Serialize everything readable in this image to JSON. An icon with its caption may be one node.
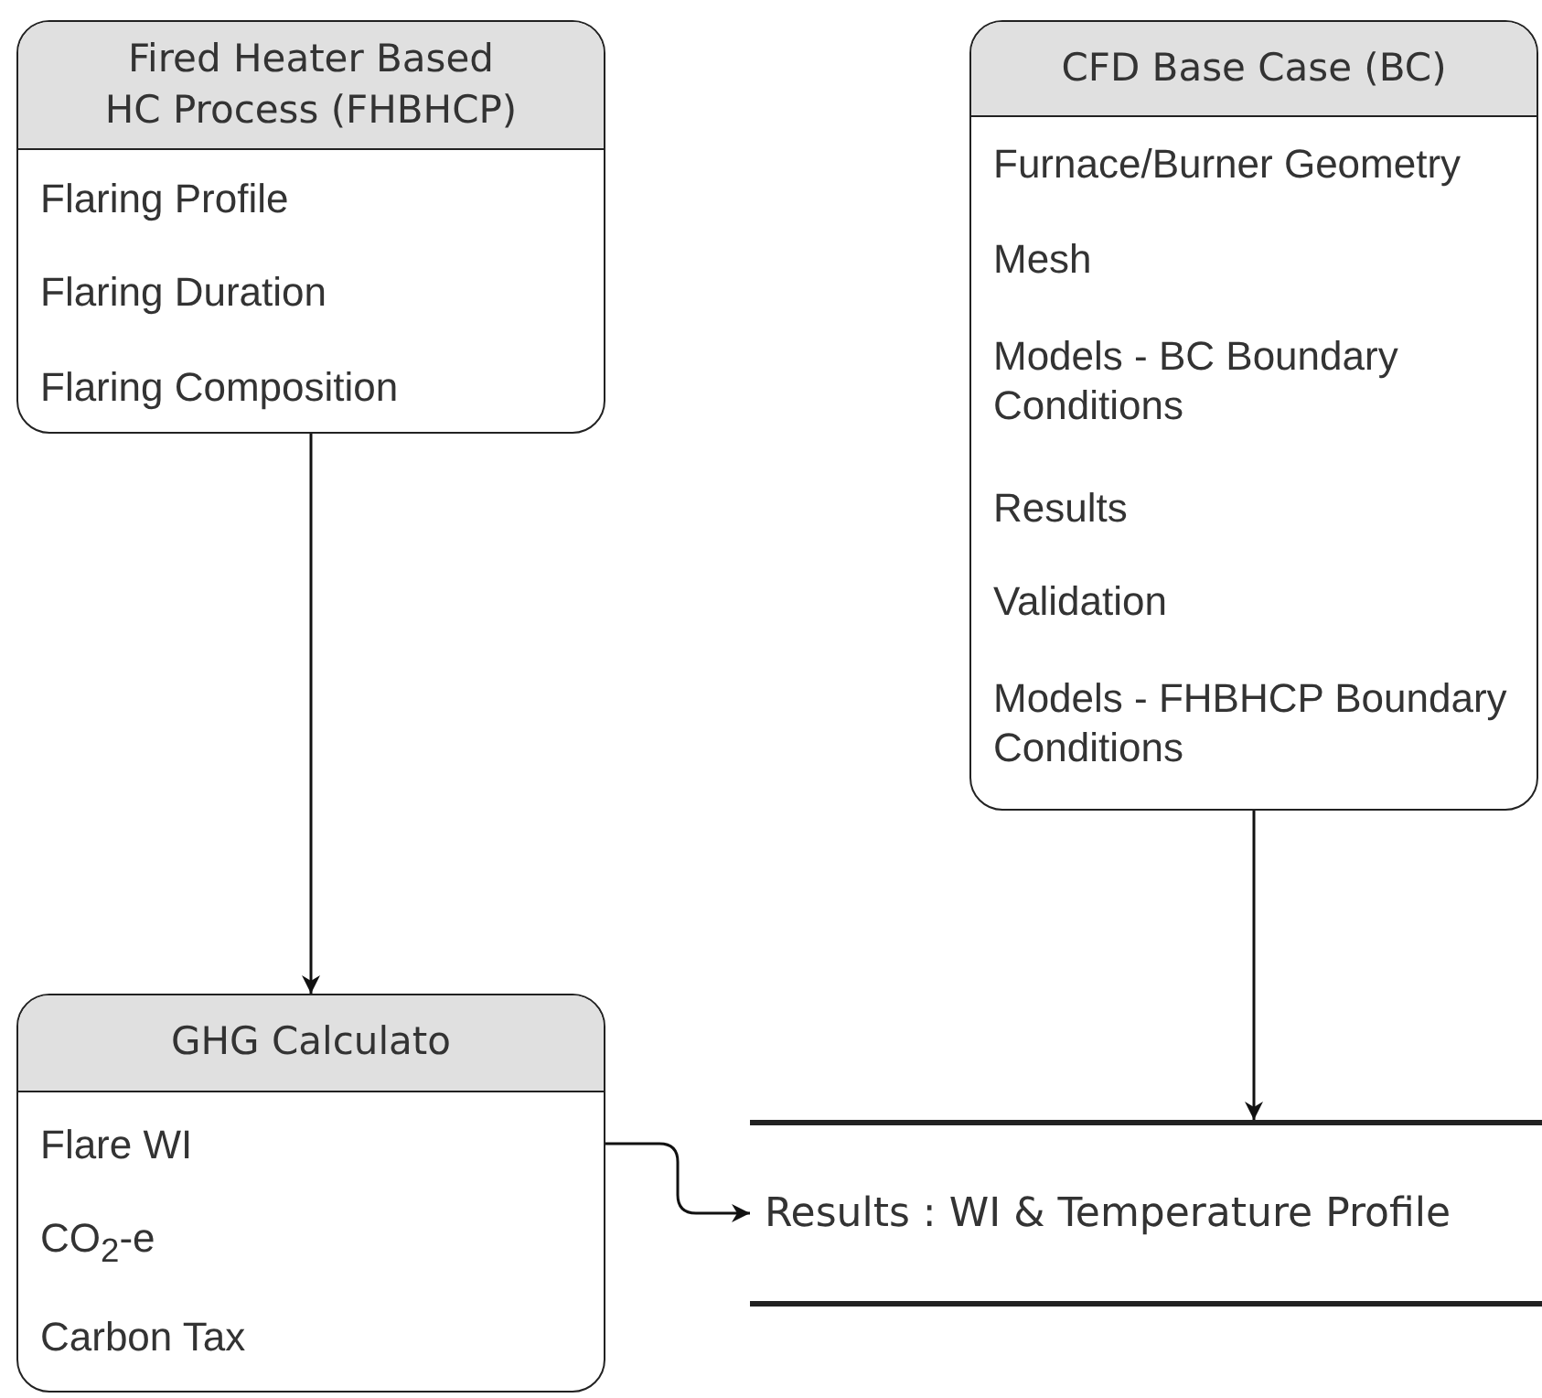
{
  "diagram": {
    "nodes": [
      {
        "text": [
          "Fired Heater Based HC Process (FHBHCP)"
        ]
      },
      {
        "text": [
          "Flaring Profile"
        ],
        "in": 0
      },
      {
        "text": [
          "Flaring Duration"
        ],
        "in": 0
      },
      {
        "text": [
          "Flaring Composition"
        ],
        "in": 0
      },
      {
        "text": [
          "CFD Base Case (BC)"
        ]
      },
      {
        "text": [
          "Furnace/Burner Geometry"
        ],
        "in": 4
      },
      {
        "text": [
          "Mesh"
        ],
        "in": 4
      },
      {
        "text": [
          "Models - BC Boundary Conditions"
        ],
        "in": 4
      },
      {
        "text": [
          "Results"
        ],
        "in": 4
      },
      {
        "text": [
          "Validation"
        ],
        "in": 4
      },
      {
        "text": [
          "Models - FHBHCP Boundary Conditions"
        ],
        "in": 4
      },
      {
        "text": [
          "GHG Calculato"
        ]
      },
      {
        "text": [
          "Flare WI"
        ],
        "in": 11
      },
      {
        "text": [
          "CO$_{2}$-e"
        ],
        "in": 11
      },
      {
        "text": [
          "Carbon Tax"
        ],
        "in": 11
      },
      {
        "text": [
          "Results : WI & Temperature Profile"
        ]
      }
    ],
    "edges": [
      {
        "from": 0,
        "to": 11,
        "arrow": "to"
      },
      {
        "from": 4,
        "to": 15,
        "arrow": "to"
      },
      {
        "from": 11,
        "to": 15,
        "arrow": "to"
      }
    ]
  }
}
